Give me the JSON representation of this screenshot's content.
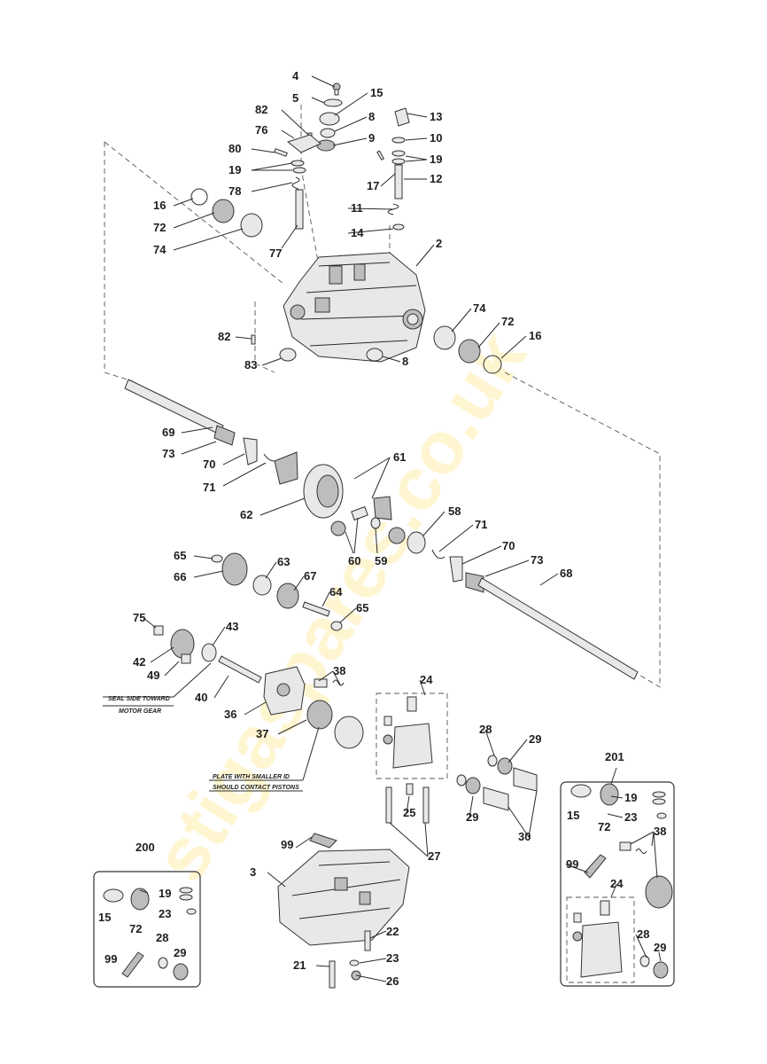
{
  "watermark": "stigaspares.co.uk",
  "notes": {
    "seal": [
      "SEAL SIDE TOWARD",
      "MOTOR GEAR"
    ],
    "plate": [
      "PLATE WITH SMALLER ID",
      "SHOULD CONTACT PISTONS"
    ]
  },
  "callouts": [
    "4",
    "5",
    "15",
    "82",
    "8",
    "13",
    "76",
    "9",
    "10",
    "80",
    "19",
    "19",
    "78",
    "17",
    "12",
    "16",
    "72",
    "11",
    "74",
    "77",
    "14",
    "2",
    "74",
    "72",
    "16",
    "82",
    "83",
    "8",
    "69",
    "73",
    "61",
    "70",
    "71",
    "62",
    "58",
    "71",
    "60",
    "59",
    "70",
    "65",
    "63",
    "73",
    "68",
    "66",
    "67",
    "64",
    "65",
    "75",
    "43",
    "42",
    "49",
    "38",
    "40",
    "24",
    "36",
    "37",
    "28",
    "29",
    "201",
    "19",
    "15",
    "23",
    "72",
    "38",
    "25",
    "29",
    "99",
    "30",
    "27",
    "99",
    "200",
    "3",
    "24",
    "19",
    "15",
    "23",
    "72",
    "22",
    "28",
    "28",
    "29",
    "99",
    "29",
    "21",
    "23",
    "26"
  ],
  "kit_200": {
    "title": "200",
    "items": [
      "19",
      "15",
      "23",
      "72",
      "28",
      "99",
      "29"
    ]
  },
  "kit_201": {
    "title": "201",
    "items": [
      "19",
      "15",
      "23",
      "72",
      "38",
      "99",
      "24",
      "28",
      "29"
    ]
  }
}
